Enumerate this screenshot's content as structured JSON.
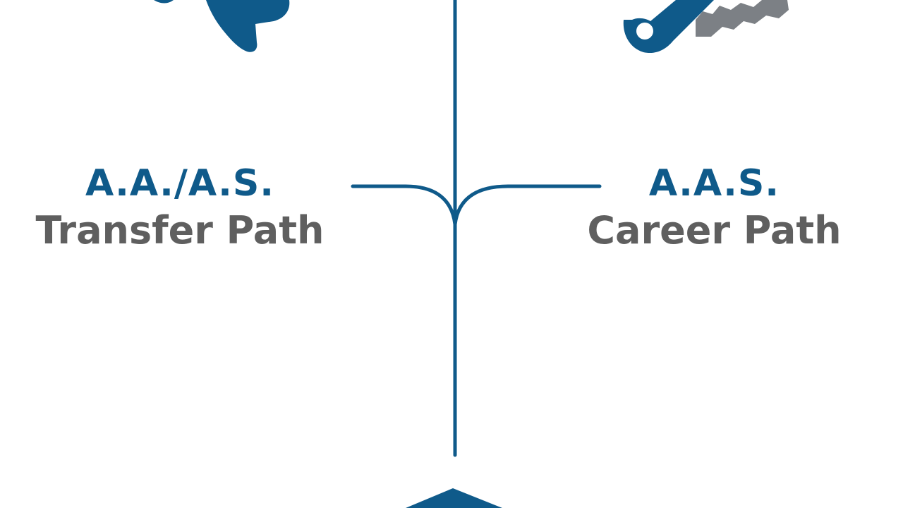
{
  "colors": {
    "primary_blue": "#0f5a8a",
    "label_gray": "#5f5f5f",
    "icon_gray": "#7c8085",
    "background": "#ffffff"
  },
  "left_branch": {
    "degree": "A.A./A.S.",
    "path_name": "Transfer Path",
    "icon": "airplane-icon"
  },
  "right_branch": {
    "degree": "A.A.S.",
    "path_name": "Career Path",
    "icon": "wrench-gear-icon"
  },
  "bottom_icon": "upward-arrow-icon"
}
